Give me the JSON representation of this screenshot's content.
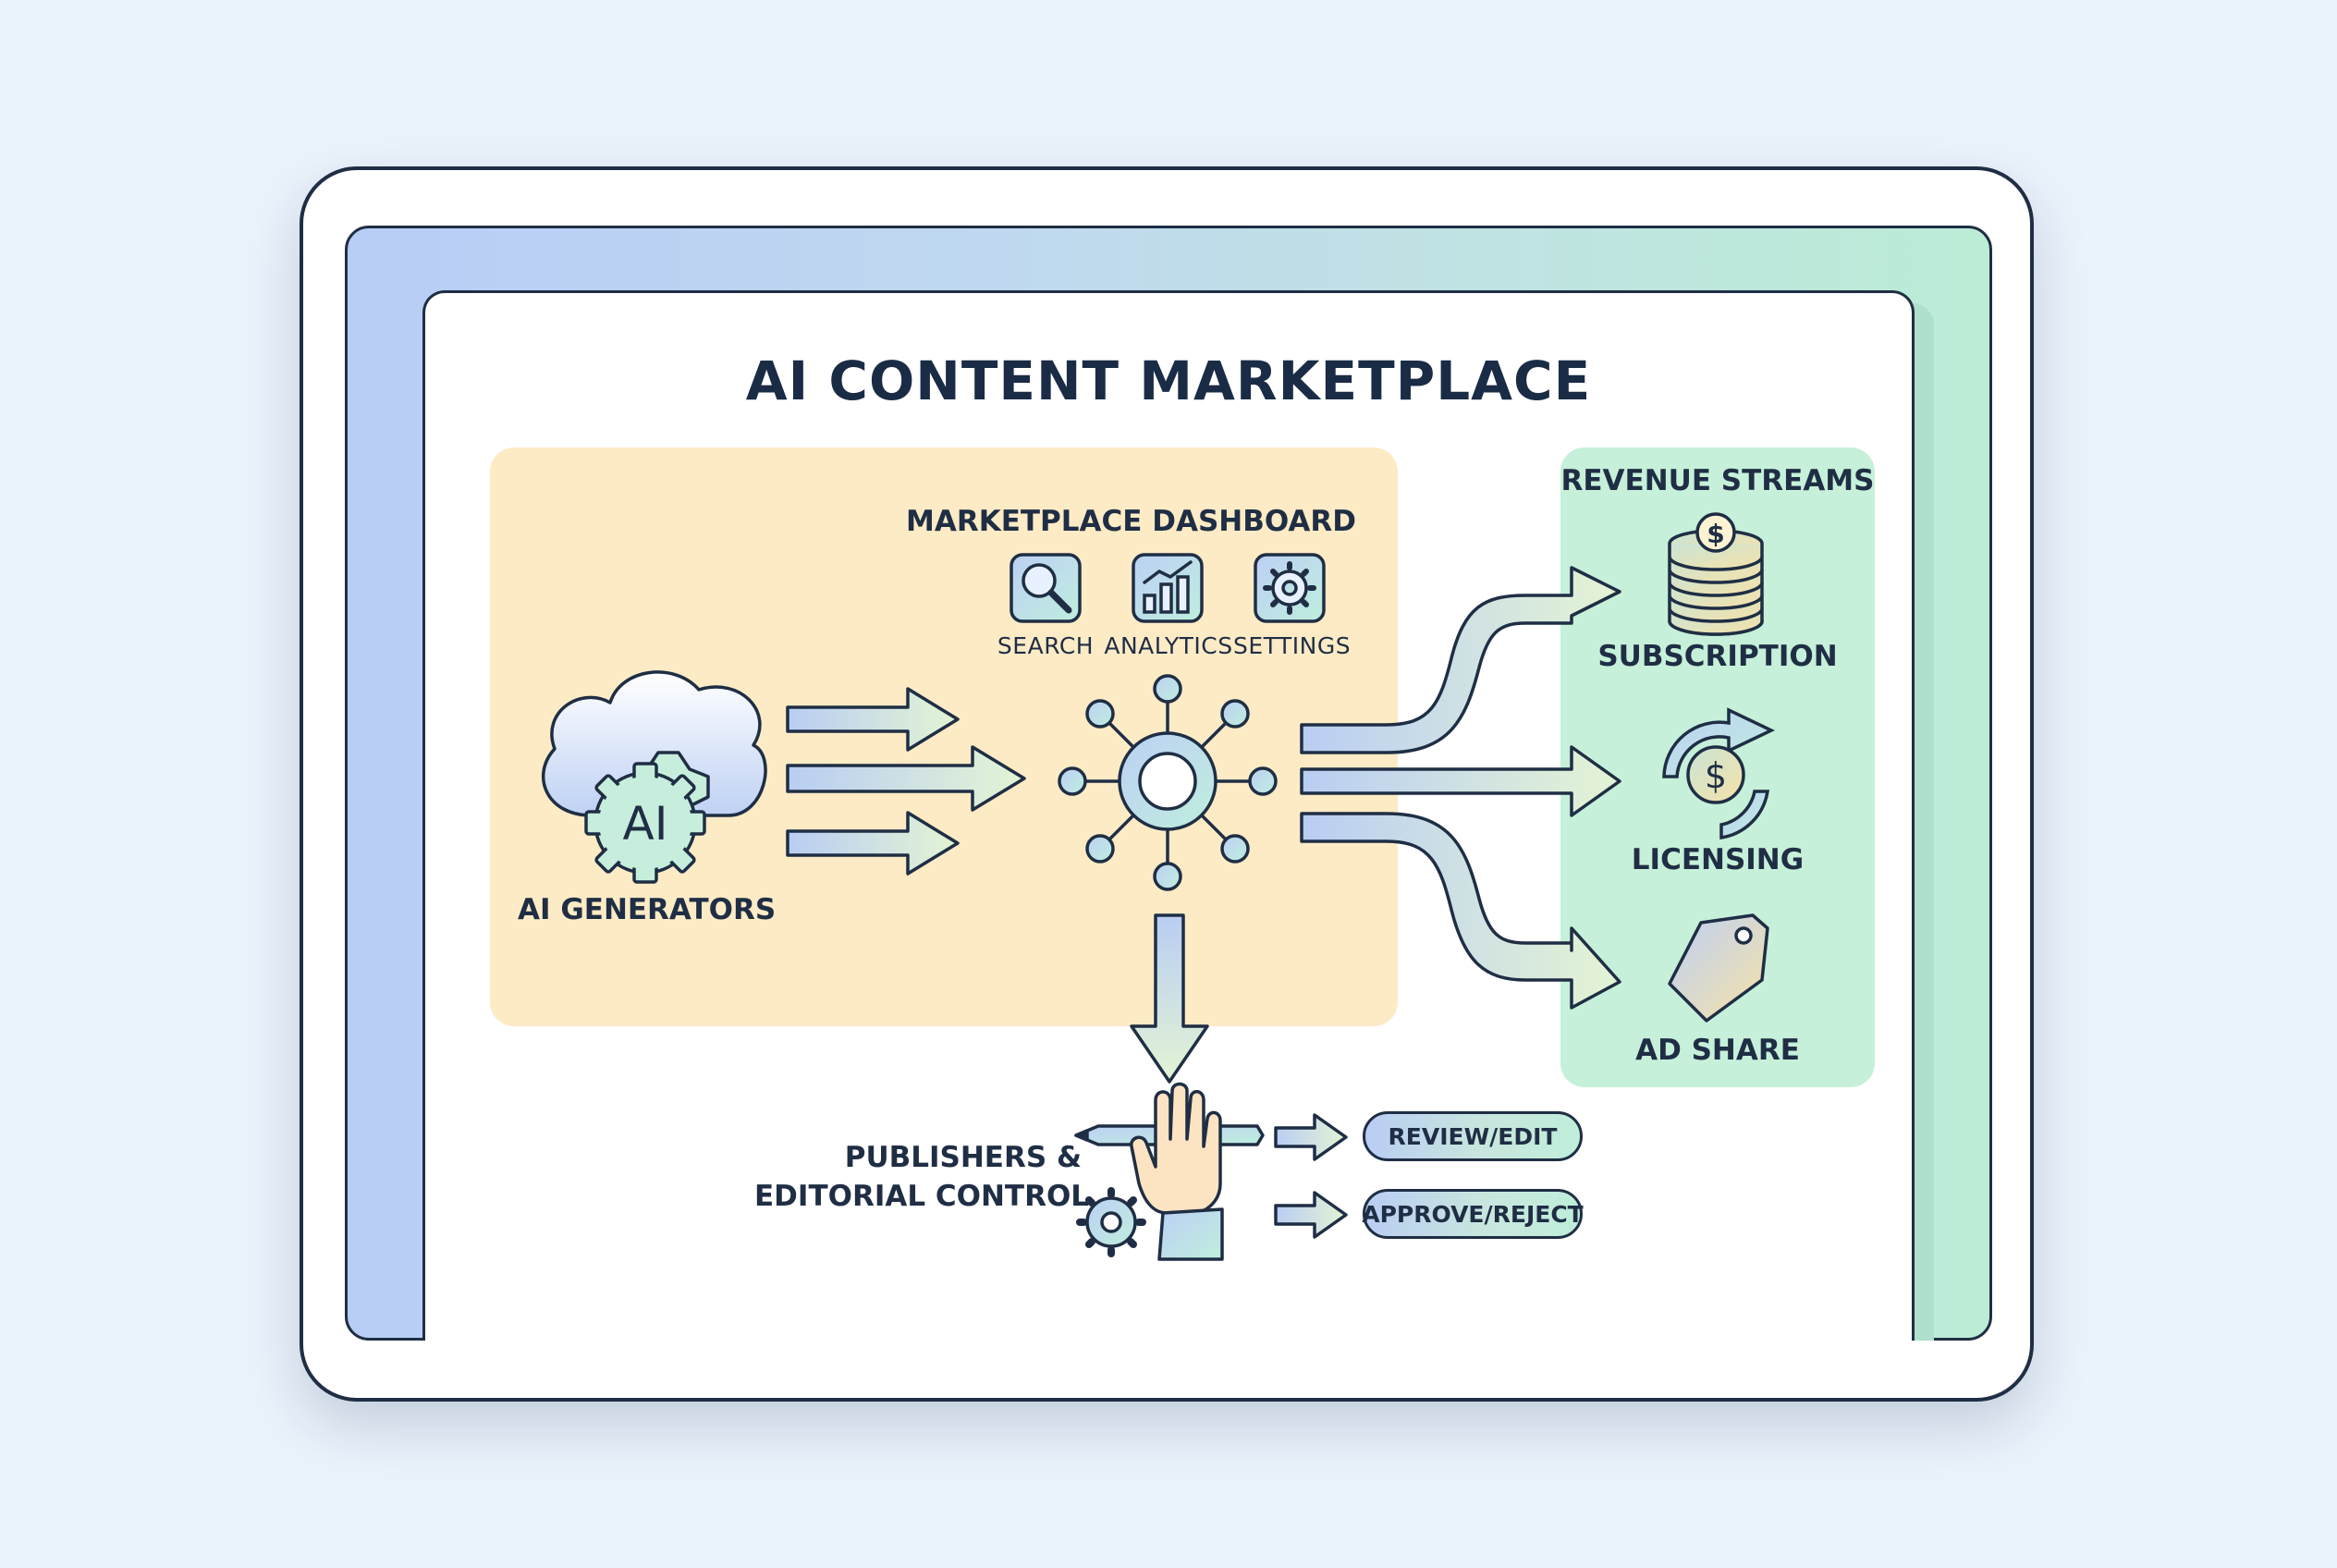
{
  "title": "AI CONTENT MARKETPLACE",
  "generators": {
    "label": "AI GENERATORS",
    "badge": "AI",
    "icon": "cloud-gear-icon"
  },
  "dashboard": {
    "label": "MARKETPLACE DASHBOARD",
    "tools": [
      {
        "label": "SEARCH",
        "icon": "search-icon"
      },
      {
        "label": "ANALYTICS",
        "icon": "bar-chart-icon"
      },
      {
        "label": "SETTINGS",
        "icon": "gear-icon"
      }
    ],
    "hub_icon": "network-hub-icon"
  },
  "revenue": {
    "label": "REVENUE STREAMS",
    "items": [
      {
        "label": "SUBSCRIPTION",
        "icon": "coin-stack-icon"
      },
      {
        "label": "LICENSING",
        "icon": "dollar-cycle-icon"
      },
      {
        "label": "AD SHARE",
        "icon": "price-tag-icon"
      }
    ]
  },
  "publishers": {
    "label_line1": "PUBLISHERS &",
    "label_line2": "EDITORIAL CONTROL",
    "icon": "hand-pen-icon",
    "actions": [
      "REVIEW/EDIT",
      "APPROVE/REJECT"
    ]
  },
  "colors": {
    "outline": "#1f2e44",
    "orange_panel": "#fdebc6",
    "green_panel": "#c6f0d9",
    "blue_band": "#b8cdf6",
    "arrow_fill_start": "#b9cdf3",
    "arrow_fill_end": "#e2f3d4"
  }
}
